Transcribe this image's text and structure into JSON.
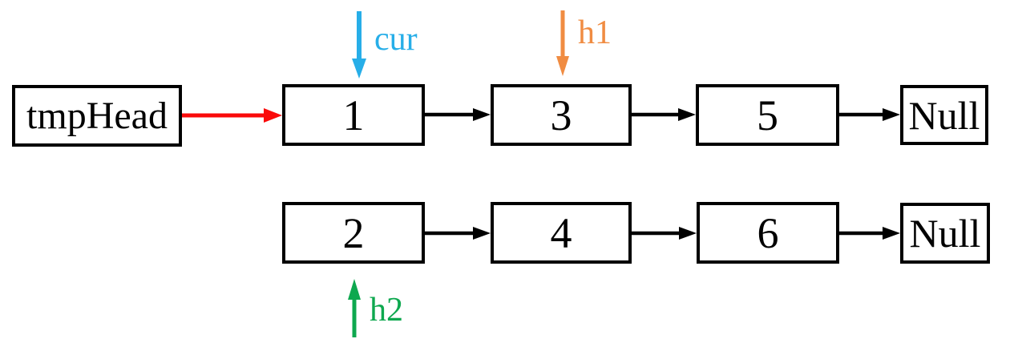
{
  "background": "#FFFFFF",
  "colors": {
    "node_border": "#000000",
    "node_text": "#000000",
    "link_arrow": "#000000",
    "head_arrow": "#FA0A0A"
  },
  "lists": {
    "top": {
      "head_label": "tmpHead",
      "node1": "1",
      "node3": "3",
      "node5": "5",
      "terminator": "Null"
    },
    "bottom": {
      "node2": "2",
      "node4": "4",
      "node6": "6",
      "terminator": "Null"
    }
  },
  "pointers": {
    "cur": {
      "label": "cur",
      "color": "#27AEE8",
      "direction": "down",
      "target": "1"
    },
    "h1": {
      "label": "h1",
      "color": "#F08C42",
      "direction": "down",
      "target": "3"
    },
    "h2": {
      "label": "h2",
      "color": "#0EA84F",
      "direction": "up",
      "target": "2"
    }
  }
}
